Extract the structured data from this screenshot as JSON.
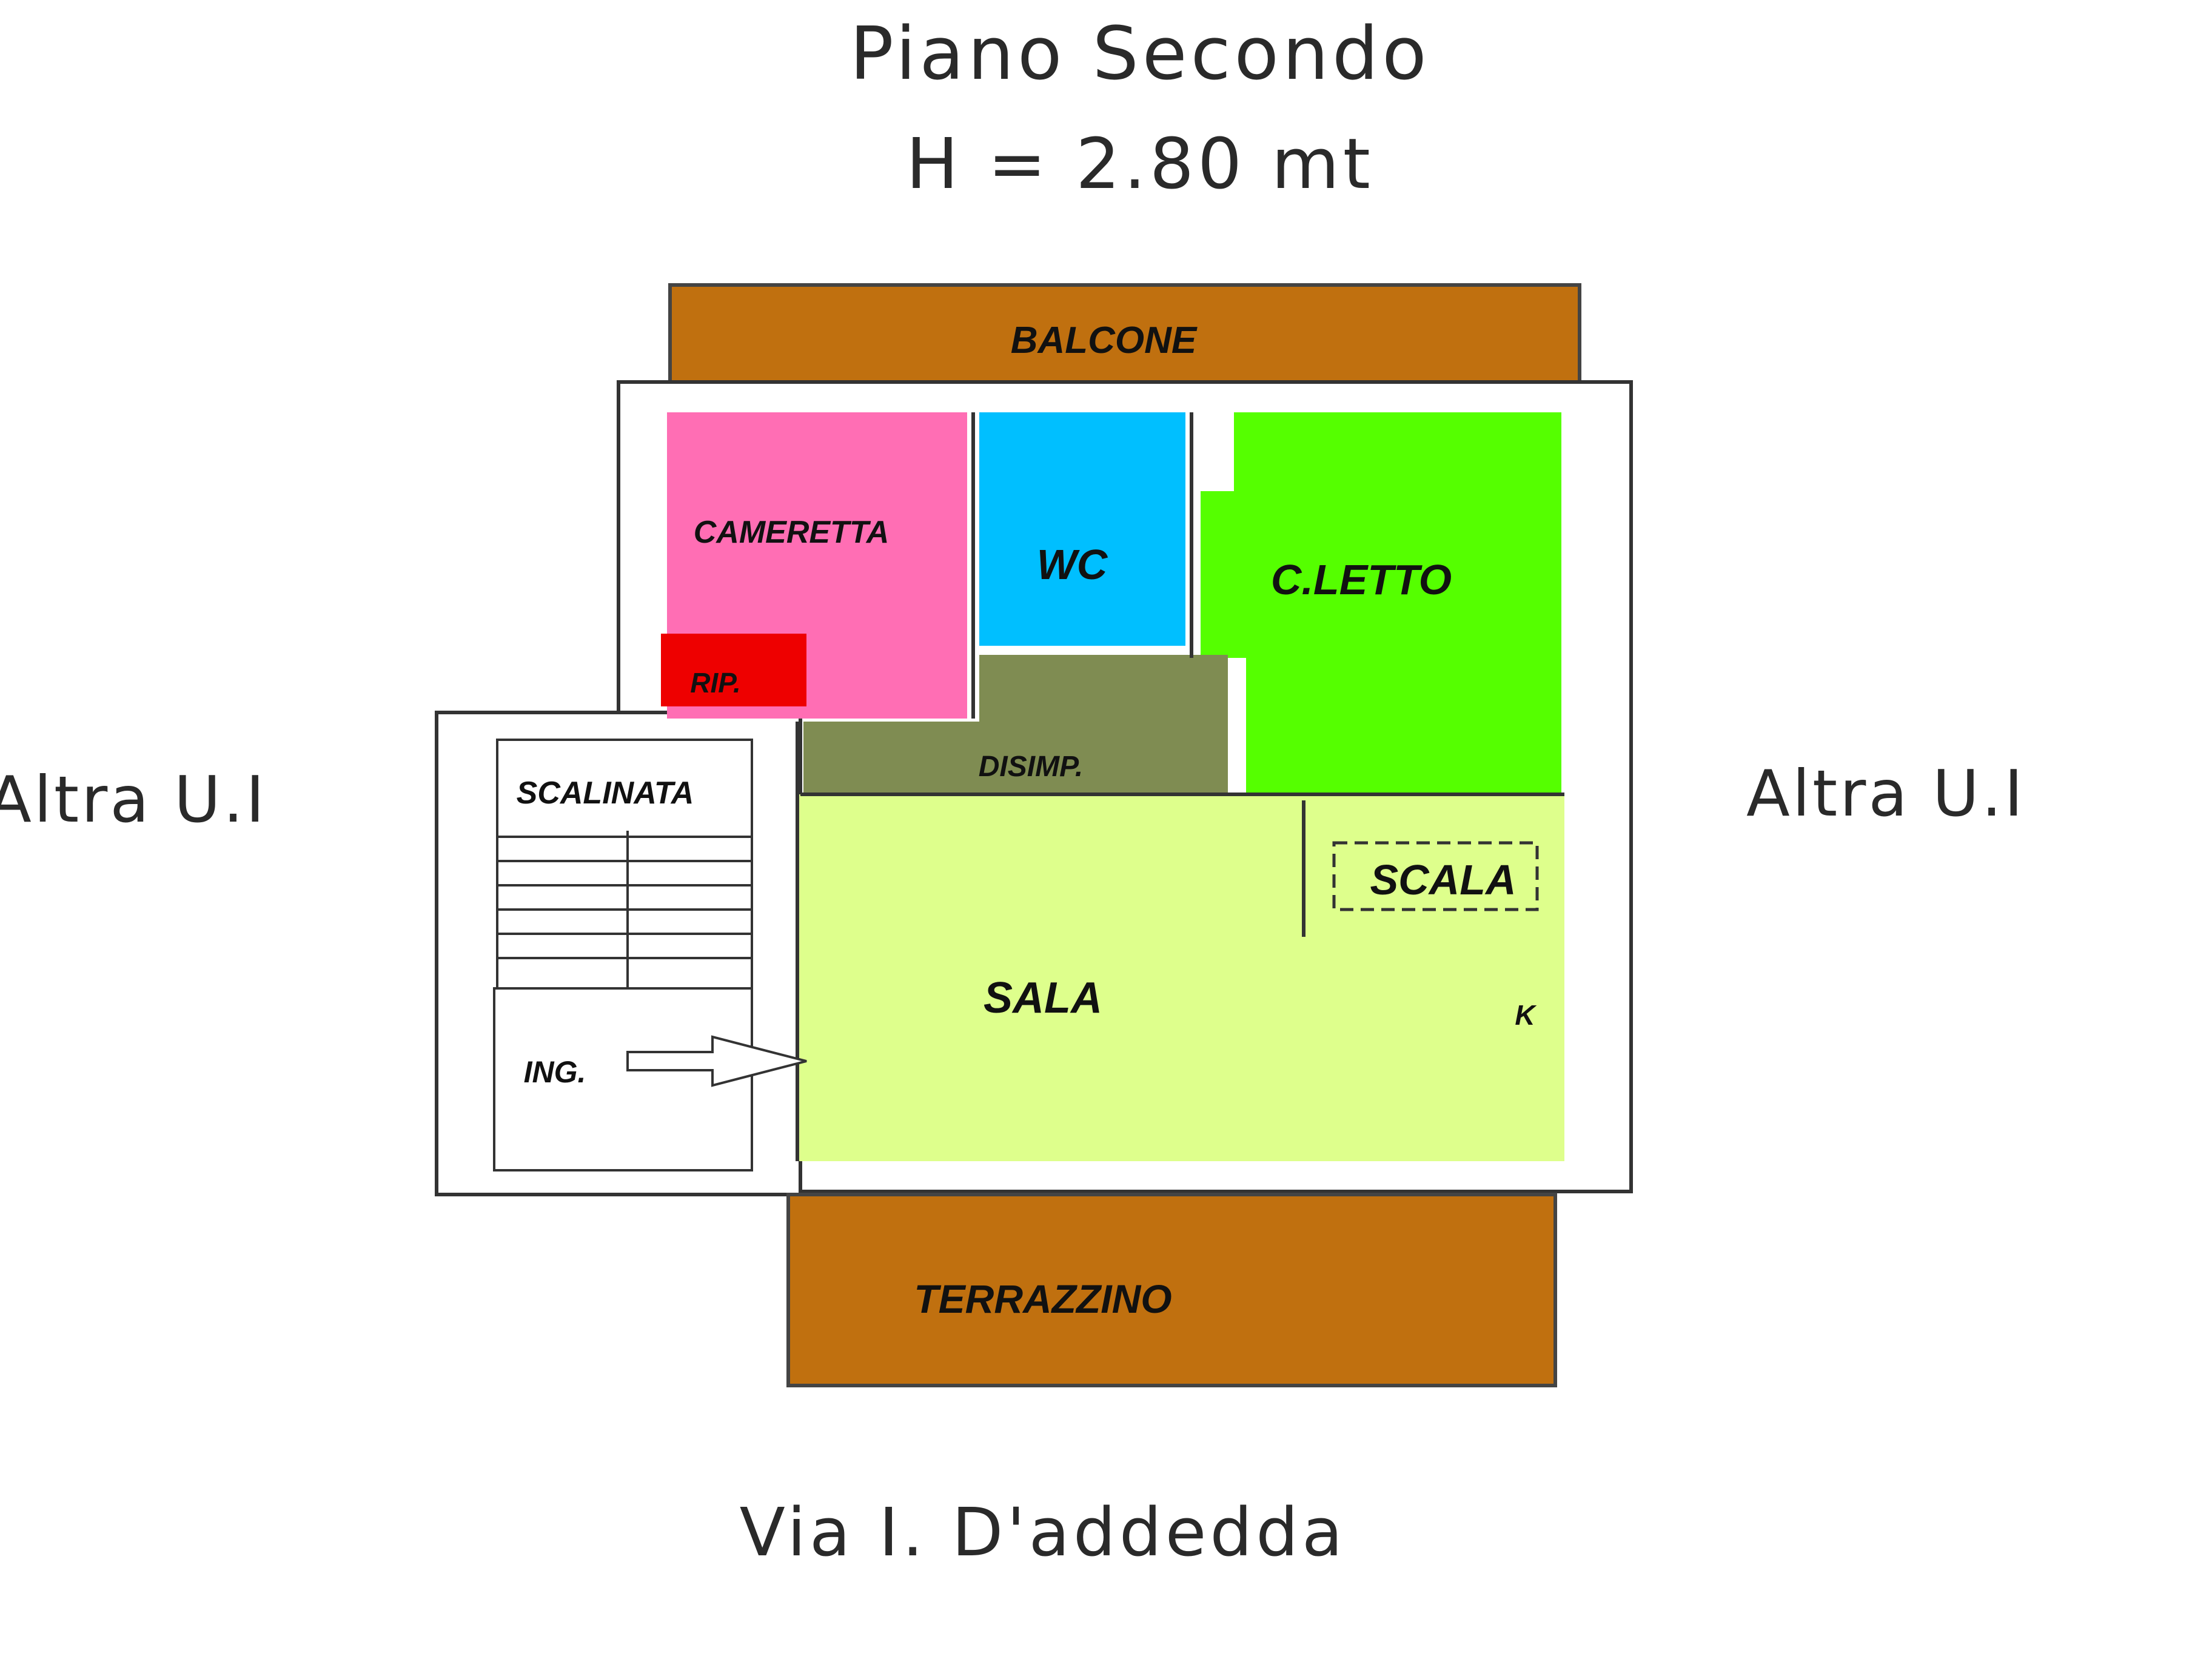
{
  "header": {
    "floor": "Piano Secondo",
    "height": "H = 2.80 mt"
  },
  "neighbors": {
    "left": "Altra U.I",
    "right": "Altra U.I"
  },
  "street": "Via I. D'addedda",
  "rooms": {
    "balcone": "BALCONE",
    "cameretta": "CAMERETTA",
    "wc": "WC",
    "letto": "C.LETTO",
    "rip": "RIP.",
    "disimp": "DISIMP.",
    "scalinata": "SCALINATA",
    "scala": "SCALA",
    "sala": "SALA",
    "ing": "ING.",
    "k": "K",
    "terrazzino": "TERRAZZINO"
  },
  "colors": {
    "balcone": "#c0700f",
    "terrazzino": "#c0700f",
    "cameretta": "#ff6eb4",
    "wc": "#00bfff",
    "letto": "#55ff00",
    "rip": "#ee0000",
    "disimp": "#7f8c52",
    "sala": "#deff8c"
  }
}
